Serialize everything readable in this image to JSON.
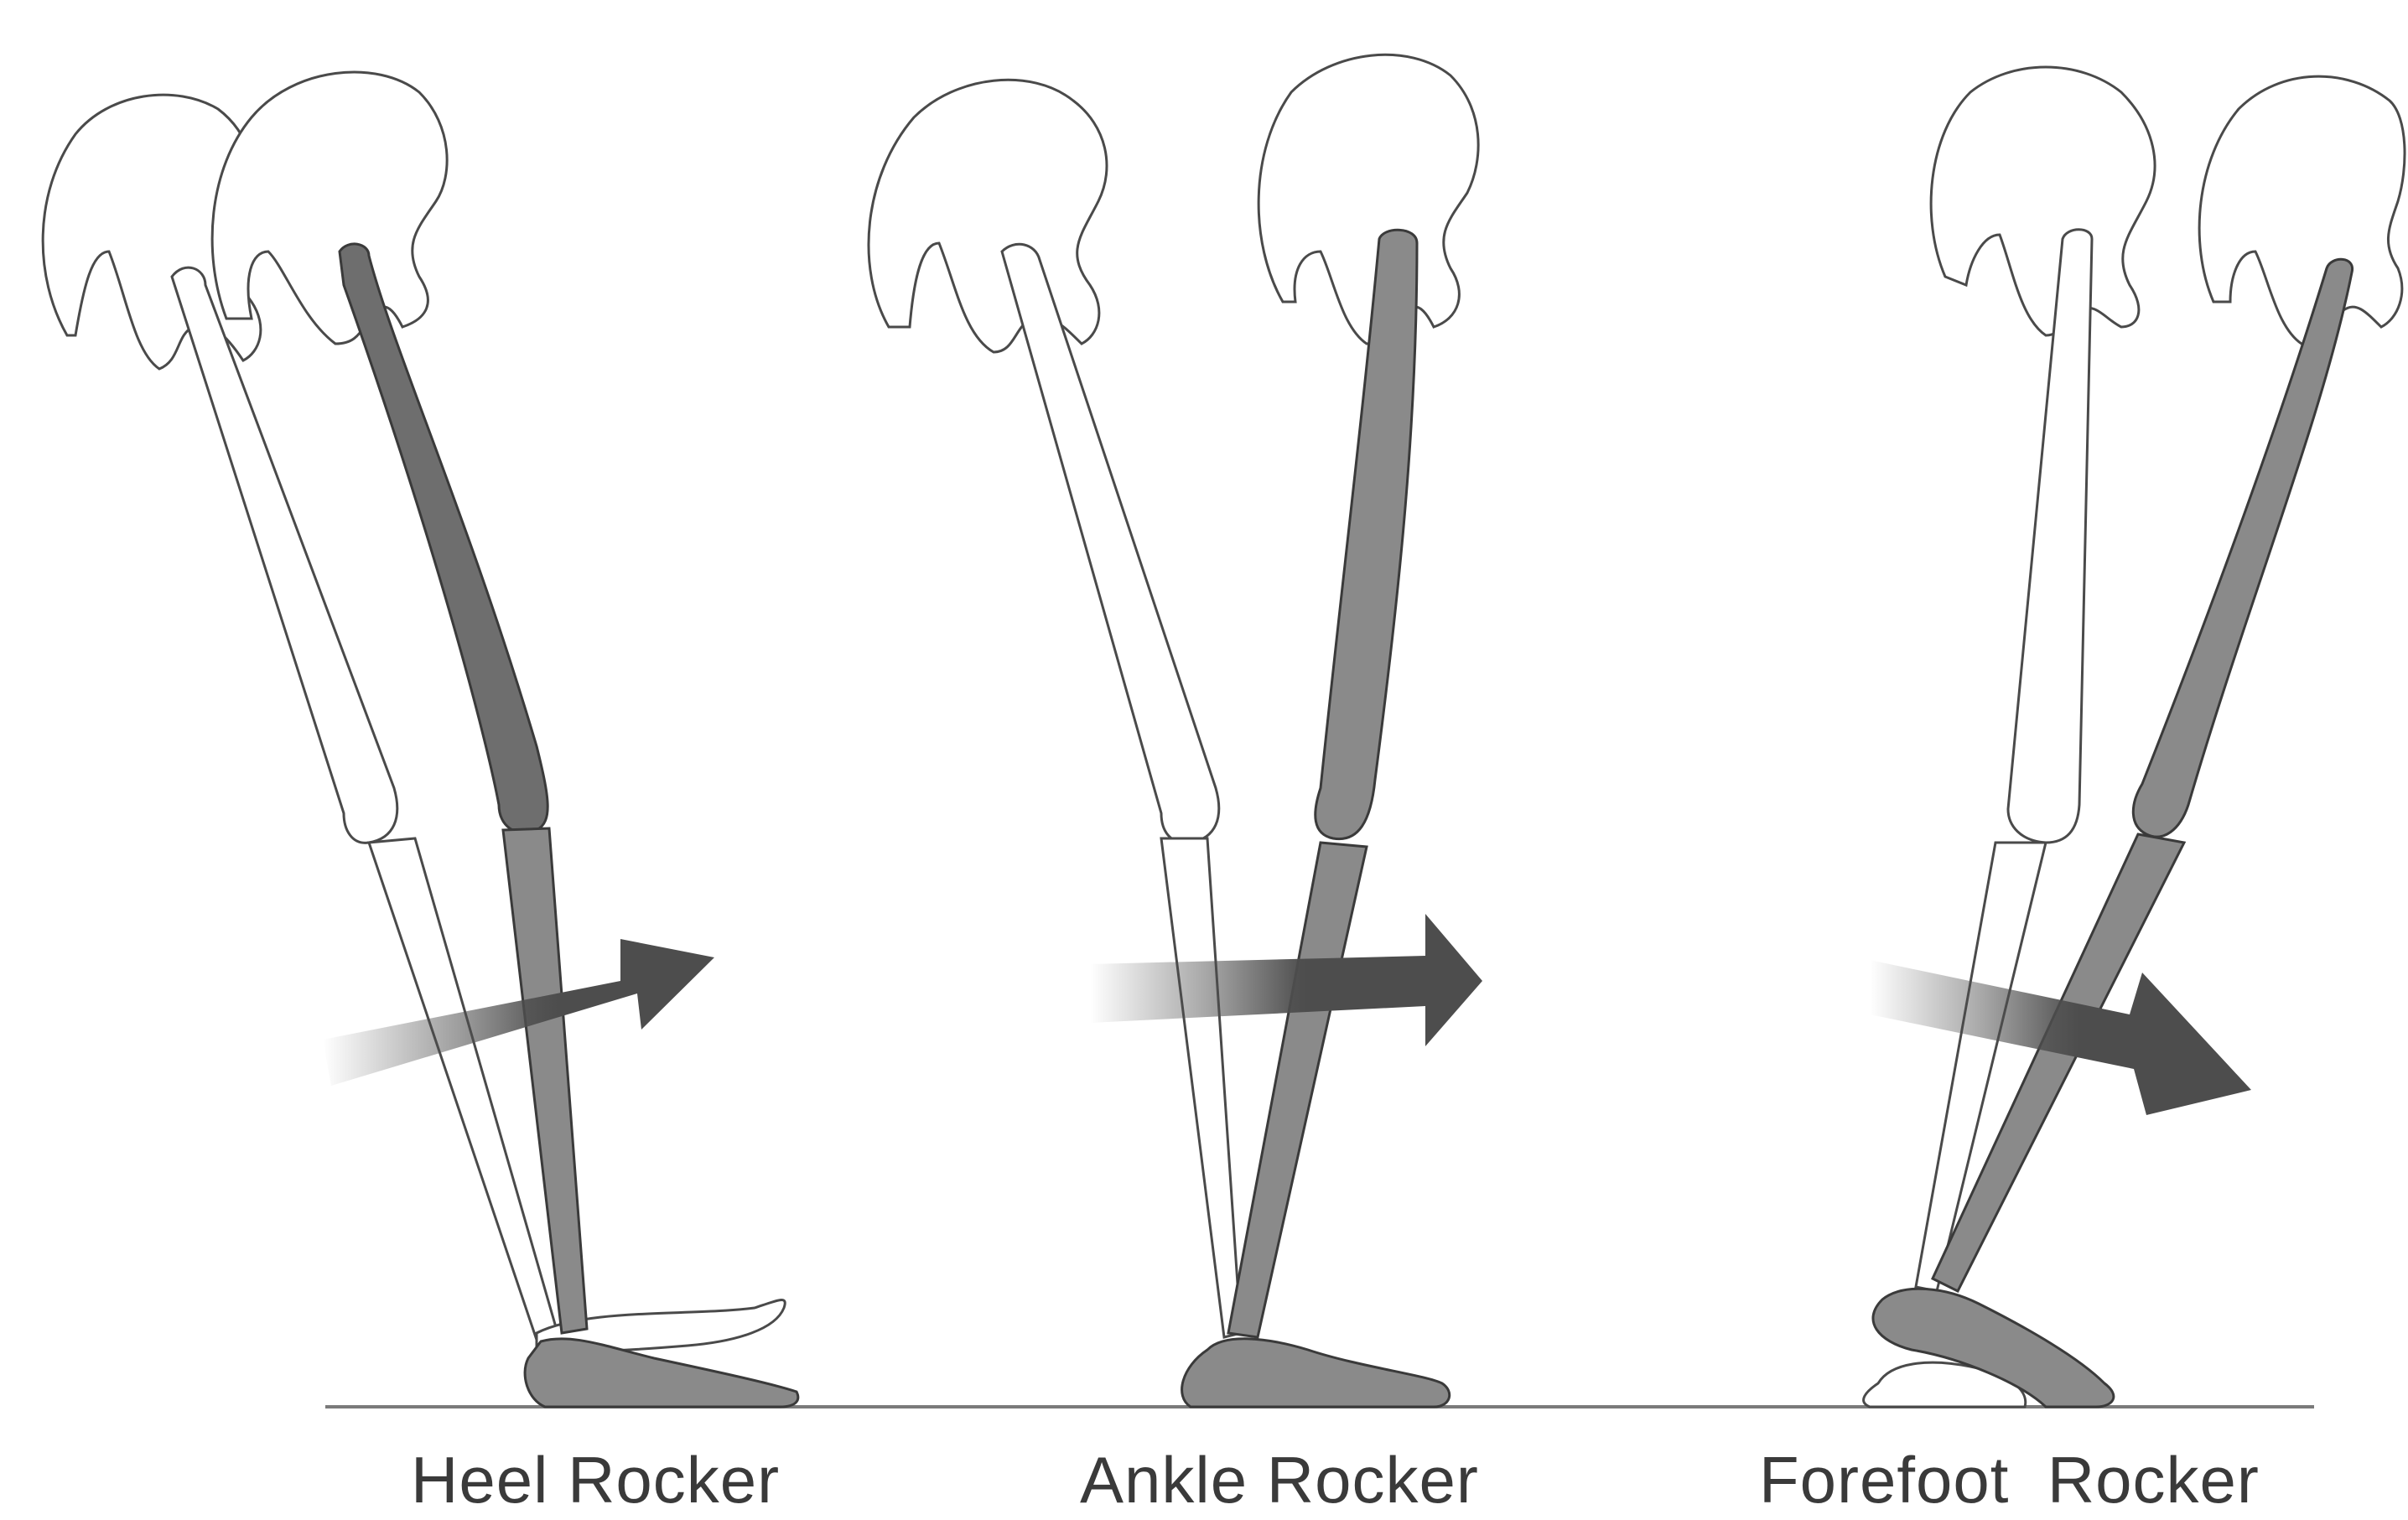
{
  "captions": {
    "heel": "Heel Rocker",
    "ankle": "Ankle Rocker",
    "forefoot": "Forefoot  Rocker"
  },
  "colors": {
    "stance_limb": "#8a8a8a",
    "stance_thigh_dark": "#6e6e6e",
    "swing_limb": "#ffffff",
    "outline": "#4a4a4a",
    "arrow": "#4d4d4d",
    "ground": "#7a7a7a"
  },
  "phases": [
    "heel-rocker",
    "ankle-rocker",
    "forefoot-rocker"
  ]
}
